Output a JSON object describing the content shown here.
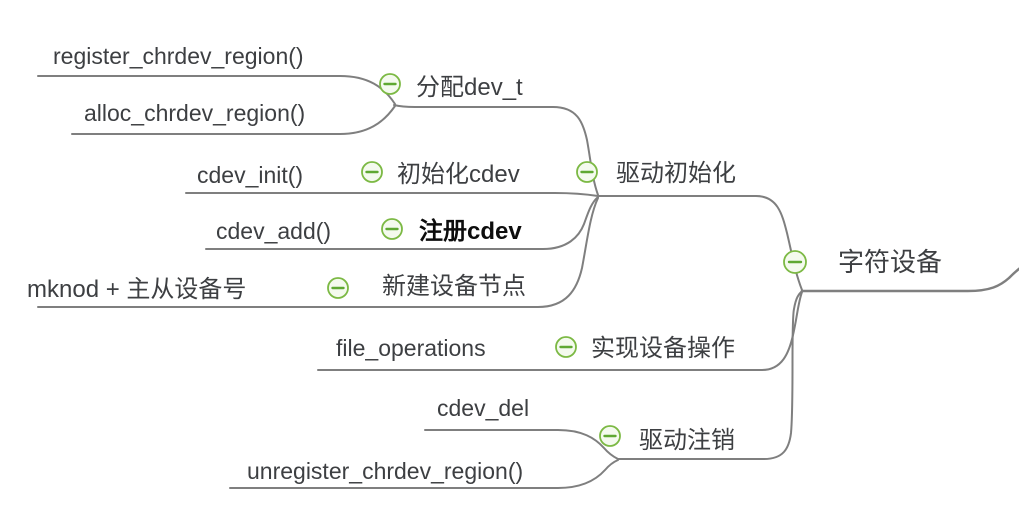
{
  "app": {
    "kind": "mind-map-canvas",
    "background": "#ffffff"
  },
  "colors": {
    "line": "#7f7f7f",
    "text": "#3d3f42",
    "emphasis_text": "#0d0d0d",
    "icon_stroke": "#7cb944",
    "icon_fill": "#f4faee",
    "icon_minus": "#5fa832"
  },
  "icons": {
    "collapse_glyph_meaning": "collapse-minus-icon"
  },
  "mindmap": {
    "root": {
      "label": "字符设备",
      "children": [
        {
          "label": "驱动初始化",
          "children": [
            {
              "label": "分配dev_t",
              "children": [
                {
                  "label": "register_chrdev_region()"
                },
                {
                  "label": "alloc_chrdev_region()"
                }
              ]
            },
            {
              "label": "初始化cdev",
              "children": [
                {
                  "label": "cdev_init()"
                }
              ]
            },
            {
              "label": "注册cdev",
              "children": [
                {
                  "label": "cdev_add()"
                }
              ]
            },
            {
              "label": "新建设备节点",
              "children": [
                {
                  "label": "mknod + 主从设备号"
                }
              ]
            }
          ]
        },
        {
          "label": "实现设备操作",
          "children": [
            {
              "label": "file_operations"
            }
          ]
        },
        {
          "label": "驱动注销",
          "children": [
            {
              "label": "cdev_del"
            },
            {
              "label": "unregister_chrdev_region()"
            }
          ]
        }
      ]
    }
  }
}
